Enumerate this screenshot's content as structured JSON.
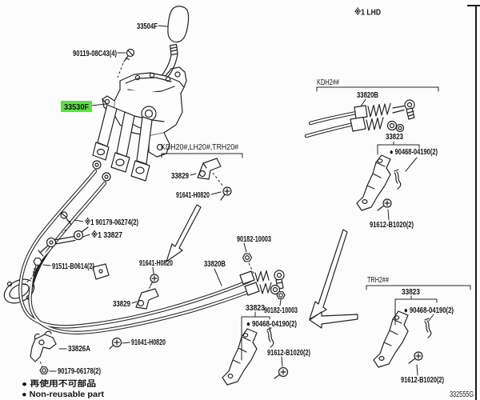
{
  "diagram": {
    "page_code": "332555G",
    "note": "※1  LHD",
    "highlight_color": "#58e242",
    "legend": {
      "jp": "● 再使用不可部品",
      "en": "● Non-reusable part"
    }
  },
  "labels": {
    "knob": "33504F",
    "screw_knob": "90119-08C43(4)",
    "lever_assy": "33530F",
    "grp_kdh2": "KDH2##",
    "cable_kdh": "33820B",
    "grp_kdh20": "KDH20#,LH20#,TRH20#",
    "bracket_upper": "33829",
    "bolt_upper": "91641-H0820",
    "bracket_kdh": "33823",
    "pin_kdh": "● 90468-04190(2)",
    "bolt_kdh": "91612-B1020(2)",
    "screw_33827": "※1 90179-06274(2)",
    "lever_33827": "※1 33827",
    "bolt_91511": "91511-B0614(2)",
    "bolt_mid": "91641-H0820",
    "cable_left": "33820B",
    "nut_upper": "90182-10003",
    "bracket_lower": "33829",
    "bracket_mid": "33823",
    "nut_lower": "90182-10003",
    "pin_mid": "● 90468-04190(2)",
    "bolt_lower": "91641-H0820",
    "bracket_33826a": "33826A",
    "bolt_mid2": "91612-B1020(2)",
    "nut_90179": "90179-06178(2)",
    "grp_trh2": "TRH2##",
    "bracket_trh": "33823",
    "pin_trh": "● 90468-04190(2)",
    "bolt_trh": "91612-B1020(2)"
  }
}
